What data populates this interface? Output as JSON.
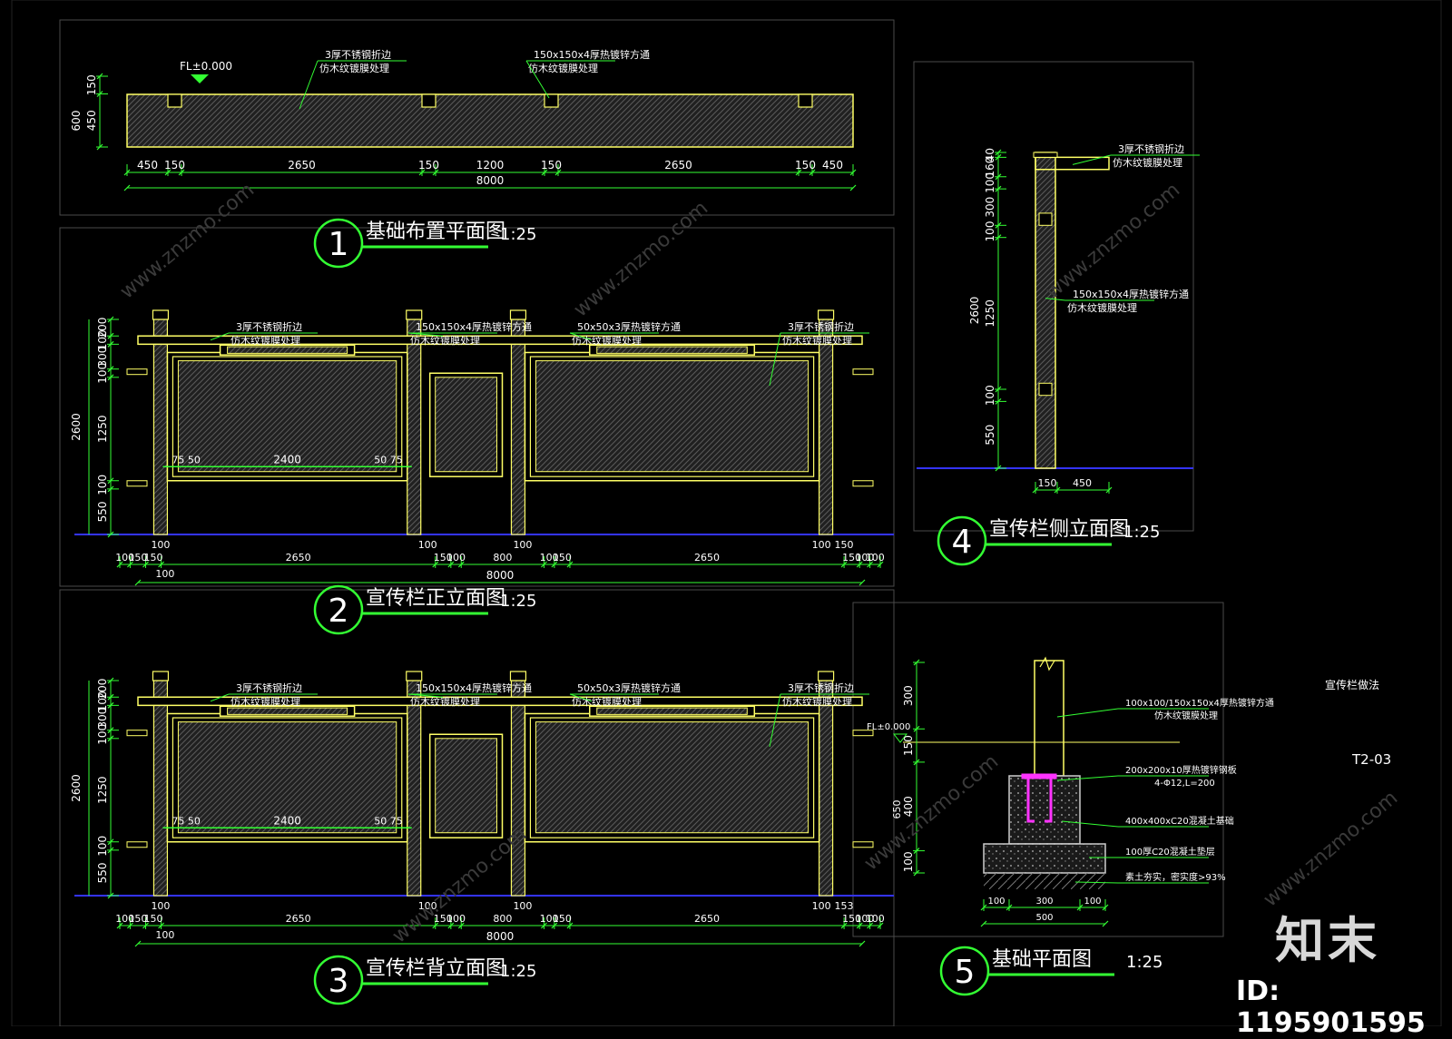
{
  "colors": {
    "background": "#000000",
    "line": "#ffff66",
    "dim": "#33ff33",
    "ground": "#3333ff",
    "accent": "#ff33ff",
    "title": "#ffffff"
  },
  "sheet": {
    "caption": "宣传栏做法",
    "code": "T2-03"
  },
  "watermark": {
    "logo": "知末",
    "id": "ID: 1195901595",
    "site": "www.znzmo.com"
  },
  "view1": {
    "number": "1",
    "title": "基础布置平面图",
    "scale": "1:25",
    "level": "FL±0.000",
    "notes": [
      {
        "line1": "3厚不锈钢折边",
        "line2": "仿木纹镀膜处理"
      },
      {
        "line1": "150x150x4厚热镀锌方通",
        "line2": "仿木纹镀膜处理"
      }
    ],
    "left_dims": [
      "600",
      "450",
      "150"
    ],
    "dims": [
      "450",
      "150",
      "2650",
      "150",
      "1200",
      "150",
      "2650",
      "150",
      "450"
    ],
    "total": "8000"
  },
  "view2": {
    "number": "2",
    "title": "宣传栏正立面图",
    "scale": "1:25",
    "notes": [
      {
        "line1": "3厚不锈钢折边",
        "line2": "仿木纹镀膜处理"
      },
      {
        "line1": "150x150x4厚热镀锌方通",
        "line2": "仿木纹镀膜处理"
      },
      {
        "line1": "50x50x3厚热镀锌方通",
        "line2": "仿木纹镀膜处理"
      },
      {
        "line1": "3厚不锈钢折边",
        "line2": "仿木纹镀膜处理"
      }
    ],
    "left_dims": [
      "200",
      "100",
      "300",
      "100",
      "1250",
      "100",
      "550"
    ],
    "total_height": "2600",
    "inner": [
      "75",
      "50",
      "2400",
      "50",
      "75"
    ],
    "dims_top": [
      "100",
      "100",
      "100",
      "100",
      "150"
    ],
    "dims": [
      "100",
      "150",
      "150",
      "2650",
      "150",
      "100",
      "800",
      "100",
      "150",
      "2650",
      "150",
      "100",
      "100"
    ],
    "sub": "100",
    "total": "8000"
  },
  "view3": {
    "number": "3",
    "title": "宣传栏背立面图",
    "scale": "1:25",
    "notes": [
      {
        "line1": "3厚不锈钢折边",
        "line2": "仿木纹镀膜处理"
      },
      {
        "line1": "150x150x4厚热镀锌方通",
        "line2": "仿木纹镀膜处理"
      },
      {
        "line1": "50x50x3厚热镀锌方通",
        "line2": "仿木纹镀膜处理"
      },
      {
        "line1": "3厚不锈钢折边",
        "line2": "仿木纹镀膜处理"
      }
    ],
    "left_dims": [
      "200",
      "100",
      "300",
      "100",
      "1250",
      "100",
      "550"
    ],
    "total_height": "2600",
    "inner": [
      "75",
      "50",
      "2400",
      "50",
      "75"
    ],
    "dims_top": [
      "100",
      "100",
      "100",
      "100",
      "153"
    ],
    "dims": [
      "100",
      "150",
      "150",
      "2650",
      "150",
      "100",
      "800",
      "100",
      "150",
      "2650",
      "150",
      "100",
      "100"
    ],
    "sub": "100",
    "total": "8000"
  },
  "view4": {
    "number": "4",
    "title": "宣传栏侧立面图",
    "scale": "1:25",
    "notes": [
      {
        "line1": "3厚不锈钢折边",
        "line2": "仿木纹镀膜处理"
      },
      {
        "line1": "150x150x4厚热镀锌方通",
        "line2": "仿木纹镀膜处理"
      }
    ],
    "left_dims": [
      "40",
      "160",
      "100",
      "300",
      "100",
      "1250",
      "100",
      "550"
    ],
    "total_height": "2600",
    "bottom_dims": [
      "150",
      "450"
    ]
  },
  "view5": {
    "number": "5",
    "title": "基础平面图",
    "scale": "1:25",
    "level": "FL±0.000",
    "notes": [
      {
        "line1": "100x100/150x150x4厚热镀锌方通",
        "line2": "仿木纹镀膜处理"
      },
      {
        "line1": "200x200x10厚热镀锌钢板",
        "line2": "4-Φ12,L=200"
      },
      {
        "line1": "400x400xC20混凝土基础",
        "line2": ""
      },
      {
        "line1": "100厚C20混凝土垫层",
        "line2": ""
      },
      {
        "line1": "素土夯实，密实度>93%",
        "line2": ""
      }
    ],
    "left_dims": [
      "300",
      "150",
      "400",
      "100"
    ],
    "total_height": "650",
    "bottom_dims": [
      "100",
      "300",
      "100"
    ],
    "bottom_total": "500"
  }
}
